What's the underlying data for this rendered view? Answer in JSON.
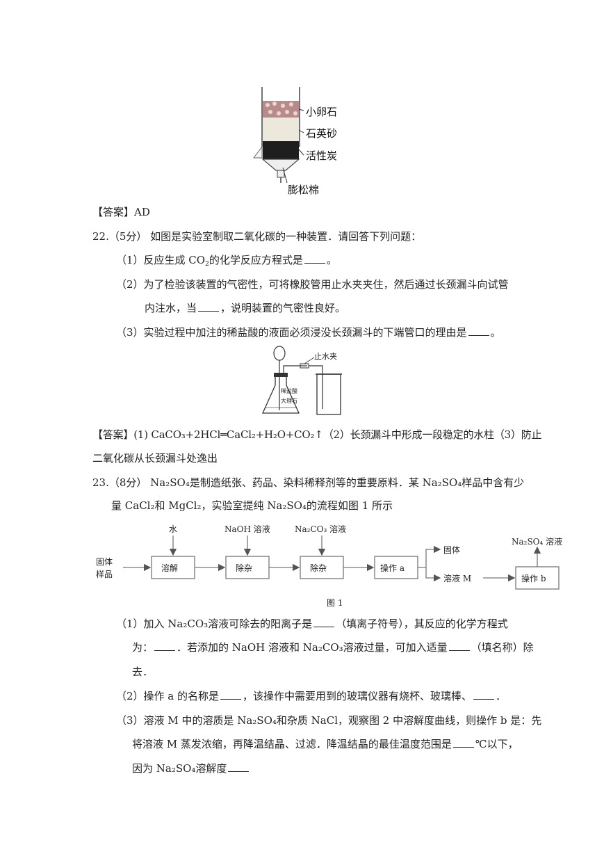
{
  "figure_filter": {
    "labels": [
      "小卵石",
      "石英砂",
      "活性炭",
      "膨松棉"
    ]
  },
  "answer_21": "【答案】AD",
  "q22": {
    "stem": "22.（5分） 如图是实验室制取二氧化碳的一种装置．请回答下列问题：",
    "p1_a": "（1）反应生成 CO",
    "p1_sub": "2",
    "p1_b": "的化学反应方程式是",
    "p1_c": "。",
    "p2_line1": "（2）为了检验该装置的气密性，可将橡胶管用止水夹夹住，然后通过长颈漏斗向试管",
    "p2_line2_a": "内注水，当",
    "p2_line2_b": "，说明装置的气密性良好。",
    "p3_a": "（3）实验过程中加注的稀盐酸的液面必须浸没长颈漏斗的下端管口的理由是",
    "p3_b": "。",
    "figure_labels": {
      "clamp": "止水夹",
      "acid": "稀盐酸",
      "marble": "大理石"
    },
    "answer_line1": "【答案】(1) CaCO₃+2HCl═CaCl₂+H₂O+CO₂↑（2）长颈漏斗中形成一段稳定的水柱（3）防止",
    "answer_line2": "二氧化碳从长颈漏斗处逸出"
  },
  "q23": {
    "stem_line1": "23.（8分） Na₂SO₄是制造纸张、药品、染料稀释剂等的重要原料．某 Na₂SO₄样品中含有少",
    "stem_line2": "量 CaCl₂和 MgCl₂，实验室提纯 Na₂SO₄的流程如图 1 所示",
    "flow": {
      "input": [
        "固体",
        "样品"
      ],
      "reagent1": "水",
      "reagent2": "NaOH 溶液",
      "reagent3": "Na₂CO₃ 溶液",
      "box1": "溶解",
      "box2": "除杂",
      "box3": "除杂",
      "box4": "操作 a",
      "out_solid": "固体",
      "out_solution": "溶液 M",
      "box5": "操作 b",
      "product": "Na₂SO₄ 溶液",
      "caption": "图 1"
    },
    "p1_line1_a": "（1）加入 Na₂CO₃溶液可除去的阳离子是",
    "p1_line1_b": "（填离子符号），其反应的化学方程式",
    "p1_line2_a": "为：",
    "p1_line2_b": "．若添加的 NaOH 溶液和 Na₂CO₃溶液过量，可加入适量",
    "p1_line2_c": "（填名称）除",
    "p1_line3": "去．",
    "p2_a": "（2）操作 a 的名称是",
    "p2_b": "，该操作中需要用到的玻璃仪器有烧杯、玻璃棒、",
    "p2_c": "．",
    "p3_line1": "（3）溶液 M 中的溶质是 Na₂SO₄和杂质 NaCl，观察图 2 中溶解度曲线，则操作 b 是：先",
    "p3_line2_a": "将溶液 M 蒸发浓缩，再降温结晶、过滤．降温结晶的最佳温度范围是",
    "p3_line2_b": "℃以下，",
    "p3_line3": "因为 Na₂SO₄溶解度"
  }
}
